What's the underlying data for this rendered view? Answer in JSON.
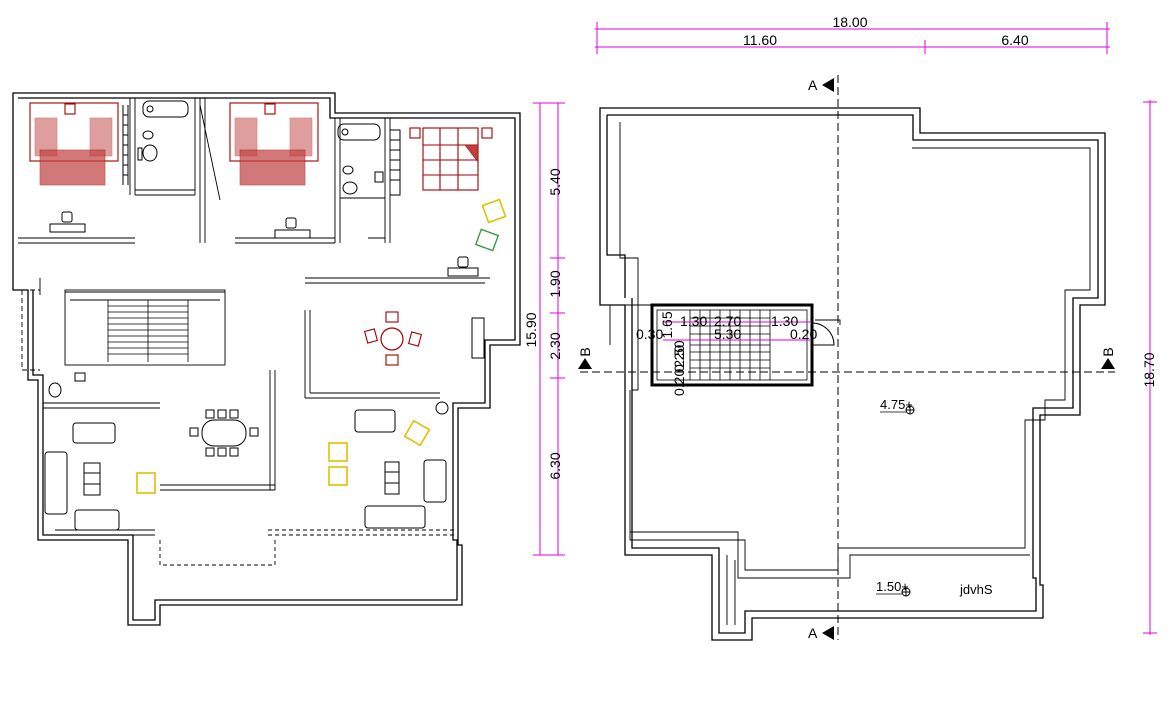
{
  "floor_plan": {
    "dimensions": {
      "right_height_total": "15.90",
      "right_segments": [
        "5.40",
        "1.90",
        "2.30",
        "6.30"
      ]
    }
  },
  "roof_plan": {
    "dimensions": {
      "top_total": "18.00",
      "top_left": "11.60",
      "top_right": "6.40",
      "right_height": "18.70"
    },
    "stair_dims": {
      "d1": "1.30",
      "d2": "2.70",
      "d3": "1.30",
      "d4": "5.30",
      "d5": "0.20",
      "d6": "0.30",
      "d7": "0.20",
      "d8": "2.50",
      "d9": "1.65",
      "d10": "0.20"
    },
    "level_roof": "4.75+",
    "level_lower": "1.50+",
    "label": "jdvhS",
    "section_a": "A",
    "section_b": "B"
  },
  "colors": {
    "dimension": "#e000e0",
    "bed": "#a00000",
    "chair_yellow": "#e0c000",
    "chair_green": "#3a9a3a"
  }
}
